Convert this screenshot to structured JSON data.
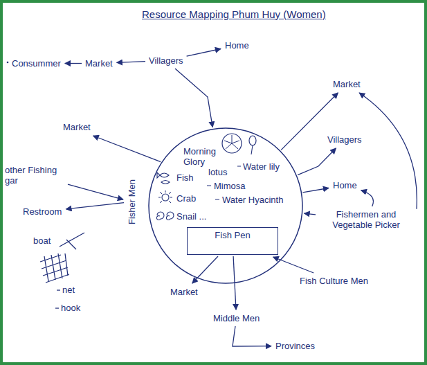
{
  "diagram": {
    "title": "Resource Mapping Phum Huy (Women)",
    "nodes": [
      {
        "text": [
          "Consummer"
        ]
      },
      {
        "text": [
          "Market"
        ]
      },
      {
        "text": [
          "Villagers"
        ]
      },
      {
        "text": [
          "Home"
        ]
      },
      {
        "text": [
          "Morning Glory",
          "lotus",
          "Water lily",
          "Fish",
          "Mimosa",
          "Crab",
          "Water Hyacinth",
          "Snail ..."
        ]
      },
      {
        "text": [
          "Fish Pen"
        ],
        "in": 4
      },
      {
        "text": [
          "Market"
        ]
      },
      {
        "text": [
          "Market"
        ]
      },
      {
        "text": [
          "other Fishing gar"
        ]
      },
      {
        "text": [
          "Fisher Men"
        ]
      },
      {
        "text": [
          "Restroom"
        ]
      },
      {
        "text": [
          "Villagers"
        ]
      },
      {
        "text": [
          "Home"
        ]
      },
      {
        "text": [
          "Fishermen and Vegetable Picker"
        ]
      },
      {
        "text": [
          "Fish Culture Men"
        ]
      },
      {
        "text": [
          "Market"
        ]
      },
      {
        "text": [
          "Middle Men"
        ]
      },
      {
        "text": [
          "Provinces"
        ]
      }
    ],
    "edges": [
      {
        "from": 2,
        "to": 1,
        "arrow": "to"
      },
      {
        "from": 1,
        "to": 0,
        "arrow": "to"
      },
      {
        "from": 2,
        "to": 3,
        "arrow": "to"
      },
      {
        "from": 2,
        "to": 4,
        "arrow": "to"
      },
      {
        "from": 4,
        "to": 7,
        "arrow": "to"
      },
      {
        "from": 8,
        "to": 9,
        "arrow": "to"
      },
      {
        "from": 9,
        "to": 10,
        "arrow": "to"
      },
      {
        "from": 4,
        "to": 6,
        "arrow": "to"
      },
      {
        "from": 4,
        "to": 11,
        "arrow": "to"
      },
      {
        "from": 4,
        "to": 12,
        "arrow": "to"
      },
      {
        "from": 13,
        "to": 4,
        "arrow": "to"
      },
      {
        "from": 13,
        "to": 12,
        "arrow": "to"
      },
      {
        "from": 13,
        "to": 6,
        "arrow": "to"
      },
      {
        "from": 14,
        "to": 5,
        "arrow": "to"
      },
      {
        "from": 5,
        "to": 15,
        "arrow": "to"
      },
      {
        "from": 5,
        "to": 16,
        "arrow": "to"
      },
      {
        "from": 16,
        "to": 17,
        "arrow": "to"
      }
    ],
    "labels": [
      "boat",
      "net",
      "hook"
    ]
  }
}
